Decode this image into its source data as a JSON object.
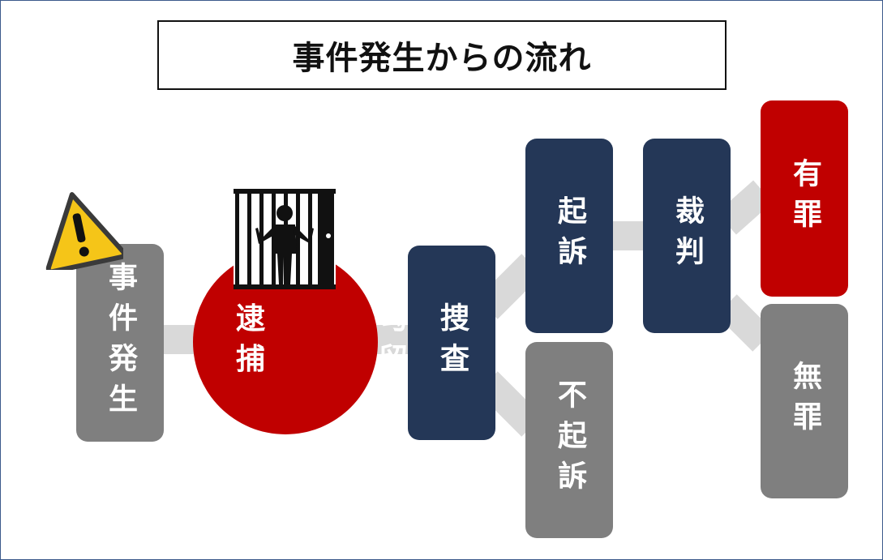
{
  "title": "事件発生からの流れ",
  "nodes": {
    "incident": "事件発生",
    "arrest_line1": "逮　勾",
    "arrest_line2": "捕　留",
    "investigation": "捜査",
    "indictment": "起訴",
    "non_indictment": "不起訴",
    "trial": "裁判",
    "guilty": "有罪",
    "not_guilty": "無罪"
  },
  "icons": {
    "warning": "warning-icon",
    "jail": "jail-cell-icon"
  },
  "colors": {
    "gray": "#7f7f7f",
    "navy": "#243757",
    "red": "#c00000",
    "connector": "#d9d9d9",
    "warning_yellow": "#f5c518"
  }
}
